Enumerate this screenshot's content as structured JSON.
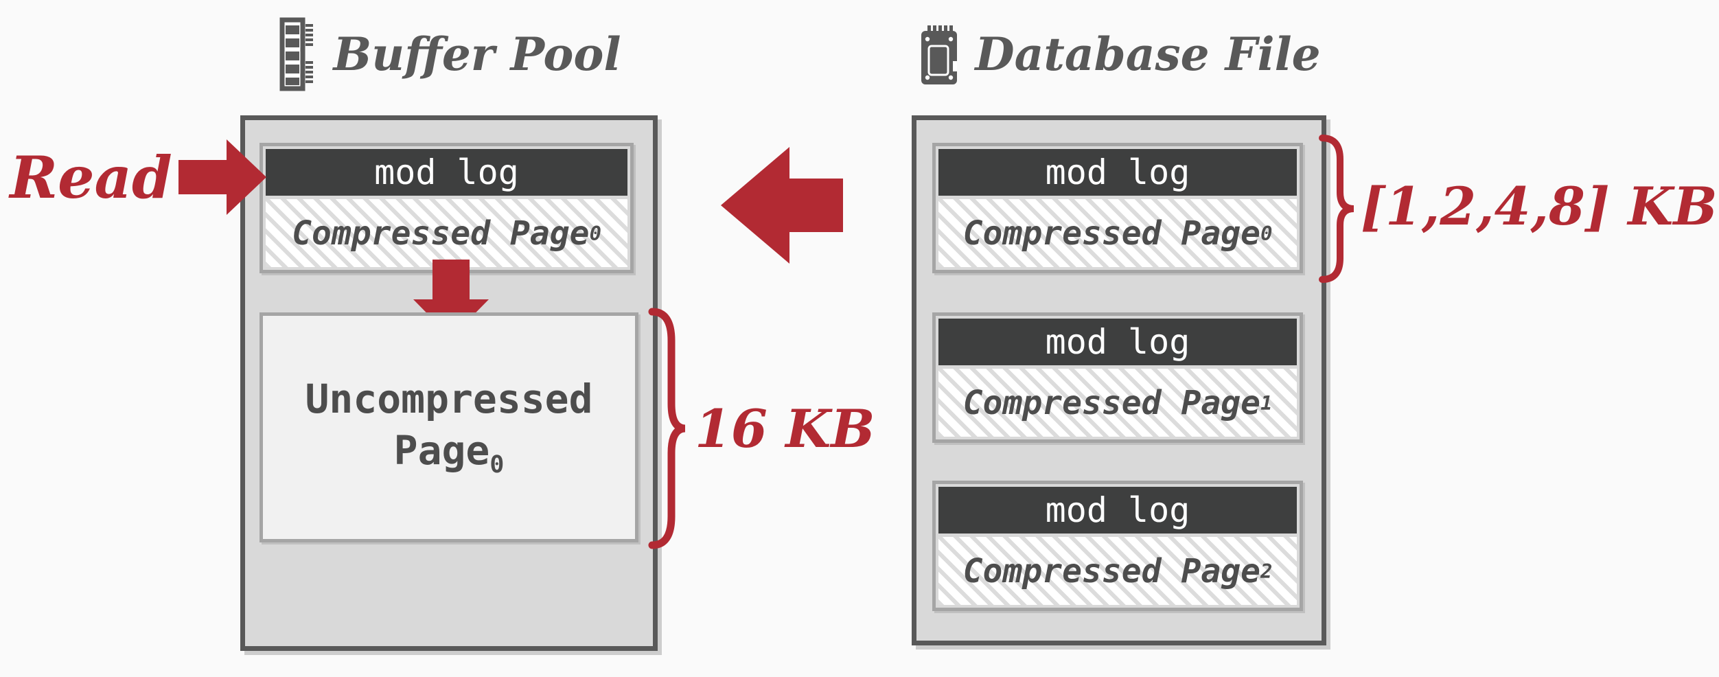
{
  "diagram": {
    "colors": {
      "accent_red": "#b22a33",
      "border_dark_gray": "#595959",
      "mod_log_bg": "#3e3f3f",
      "panel_fill": "#d9d9d9",
      "uncompressed_fill": "#f1f1f1"
    },
    "buffer_pool": {
      "icon": "memory-icon",
      "title": "Buffer Pool",
      "page": {
        "mod_log_label": "mod log",
        "compressed_label": "Compressed Page",
        "compressed_sub": "0"
      },
      "uncompressed_page": {
        "line1": "Uncompressed",
        "line2": "Page",
        "sub": "0"
      },
      "size_annotation": "16 KB"
    },
    "database_file": {
      "icon": "ssd-icon",
      "title": "Database File",
      "pages": [
        {
          "mod_log_label": "mod log",
          "compressed_label": "Compressed Page",
          "compressed_sub": "0"
        },
        {
          "mod_log_label": "mod log",
          "compressed_label": "Compressed Page",
          "compressed_sub": "1"
        },
        {
          "mod_log_label": "mod log",
          "compressed_label": "Compressed Page",
          "compressed_sub": "2"
        }
      ],
      "size_annotation": "[1,2,4,8] KB"
    },
    "annotations": {
      "read_label": "Read"
    }
  }
}
